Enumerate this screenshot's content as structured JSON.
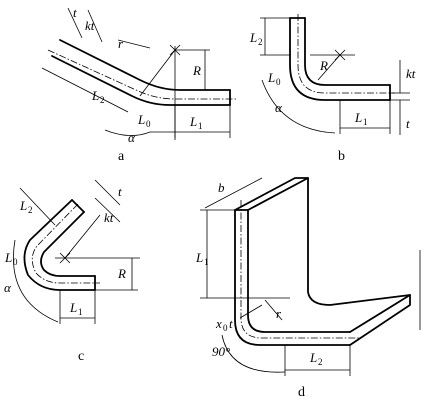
{
  "panels": {
    "a": {
      "caption": "a",
      "labels": {
        "t": "t",
        "kt": "kt",
        "r": "r",
        "R": "R",
        "L2": "L",
        "L2_sub": "2",
        "L0": "L",
        "L0_sub": "0",
        "L1": "L",
        "L1_sub": "1",
        "alpha": "α"
      }
    },
    "b": {
      "caption": "b",
      "labels": {
        "L2": "L",
        "L2_sub": "2",
        "L0": "L",
        "L0_sub": "0",
        "R": "R",
        "kt": "kt",
        "t": "t",
        "L1": "L",
        "L1_sub": "1",
        "alpha": "α"
      }
    },
    "c": {
      "caption": "c",
      "labels": {
        "L2": "L",
        "L2_sub": "2",
        "t": "t",
        "kt": "kt",
        "L0": "L",
        "L0_sub": "0",
        "R": "R",
        "L1": "L",
        "L1_sub": "1",
        "alpha": "α"
      }
    },
    "d": {
      "caption": "d",
      "labels": {
        "b": "b",
        "L1": "L",
        "L1_sub": "1",
        "x0t": "x",
        "x0t_sub": "0",
        "x0t_t": "t",
        "r": "r",
        "angle": "90°",
        "L2": "L",
        "L2_sub": "2"
      }
    }
  }
}
